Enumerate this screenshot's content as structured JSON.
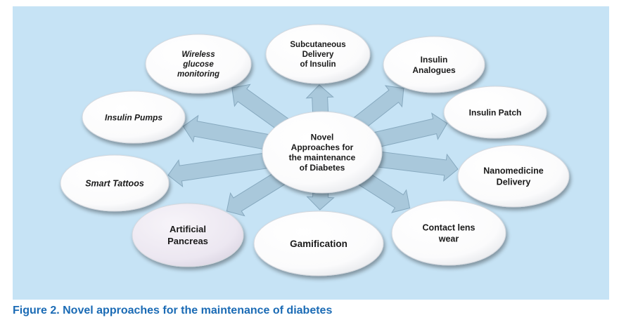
{
  "figure": {
    "caption": "Figure 2. Novel approaches for the maintenance of diabetes"
  },
  "diagram": {
    "center": {
      "id": "center",
      "lines": [
        "Novel",
        "Approaches for",
        "the maintenance",
        "of Diabetes"
      ]
    },
    "nodes": [
      {
        "id": "wireless-glucose-monitoring",
        "lines": [
          "Wireless",
          "glucose",
          "monitoring"
        ],
        "italic": true
      },
      {
        "id": "subcutaneous-delivery-of-insulin",
        "lines": [
          "Subcutaneous",
          "Delivery",
          "of Insulin"
        ],
        "italic": false
      },
      {
        "id": "insulin-analogues",
        "lines": [
          "Insulin",
          "Analogues"
        ],
        "italic": false
      },
      {
        "id": "insulin-pumps",
        "lines": [
          "Insulin Pumps"
        ],
        "italic": true
      },
      {
        "id": "insulin-patch",
        "lines": [
          "Insulin Patch"
        ],
        "italic": false
      },
      {
        "id": "smart-tattoos",
        "lines": [
          "Smart Tattoos"
        ],
        "italic": true
      },
      {
        "id": "nanomedicine-delivery",
        "lines": [
          "Nanomedicine",
          "Delivery"
        ],
        "italic": false
      },
      {
        "id": "artificial-pancreas",
        "lines": [
          "Artificial",
          "Pancreas"
        ],
        "italic": false
      },
      {
        "id": "gamification",
        "lines": [
          "Gamification"
        ],
        "italic": false
      },
      {
        "id": "contact-lens-wear",
        "lines": [
          "Contact lens",
          "wear"
        ],
        "italic": false
      }
    ],
    "colors": {
      "panel": "#c6e3f5",
      "arrow_fill": "#a9c8db",
      "arrow_stroke": "#87a9bf",
      "node_fill": "#ffffff",
      "node_fill_lavender": "#ece7f1",
      "caption": "#1b6bb5"
    }
  }
}
